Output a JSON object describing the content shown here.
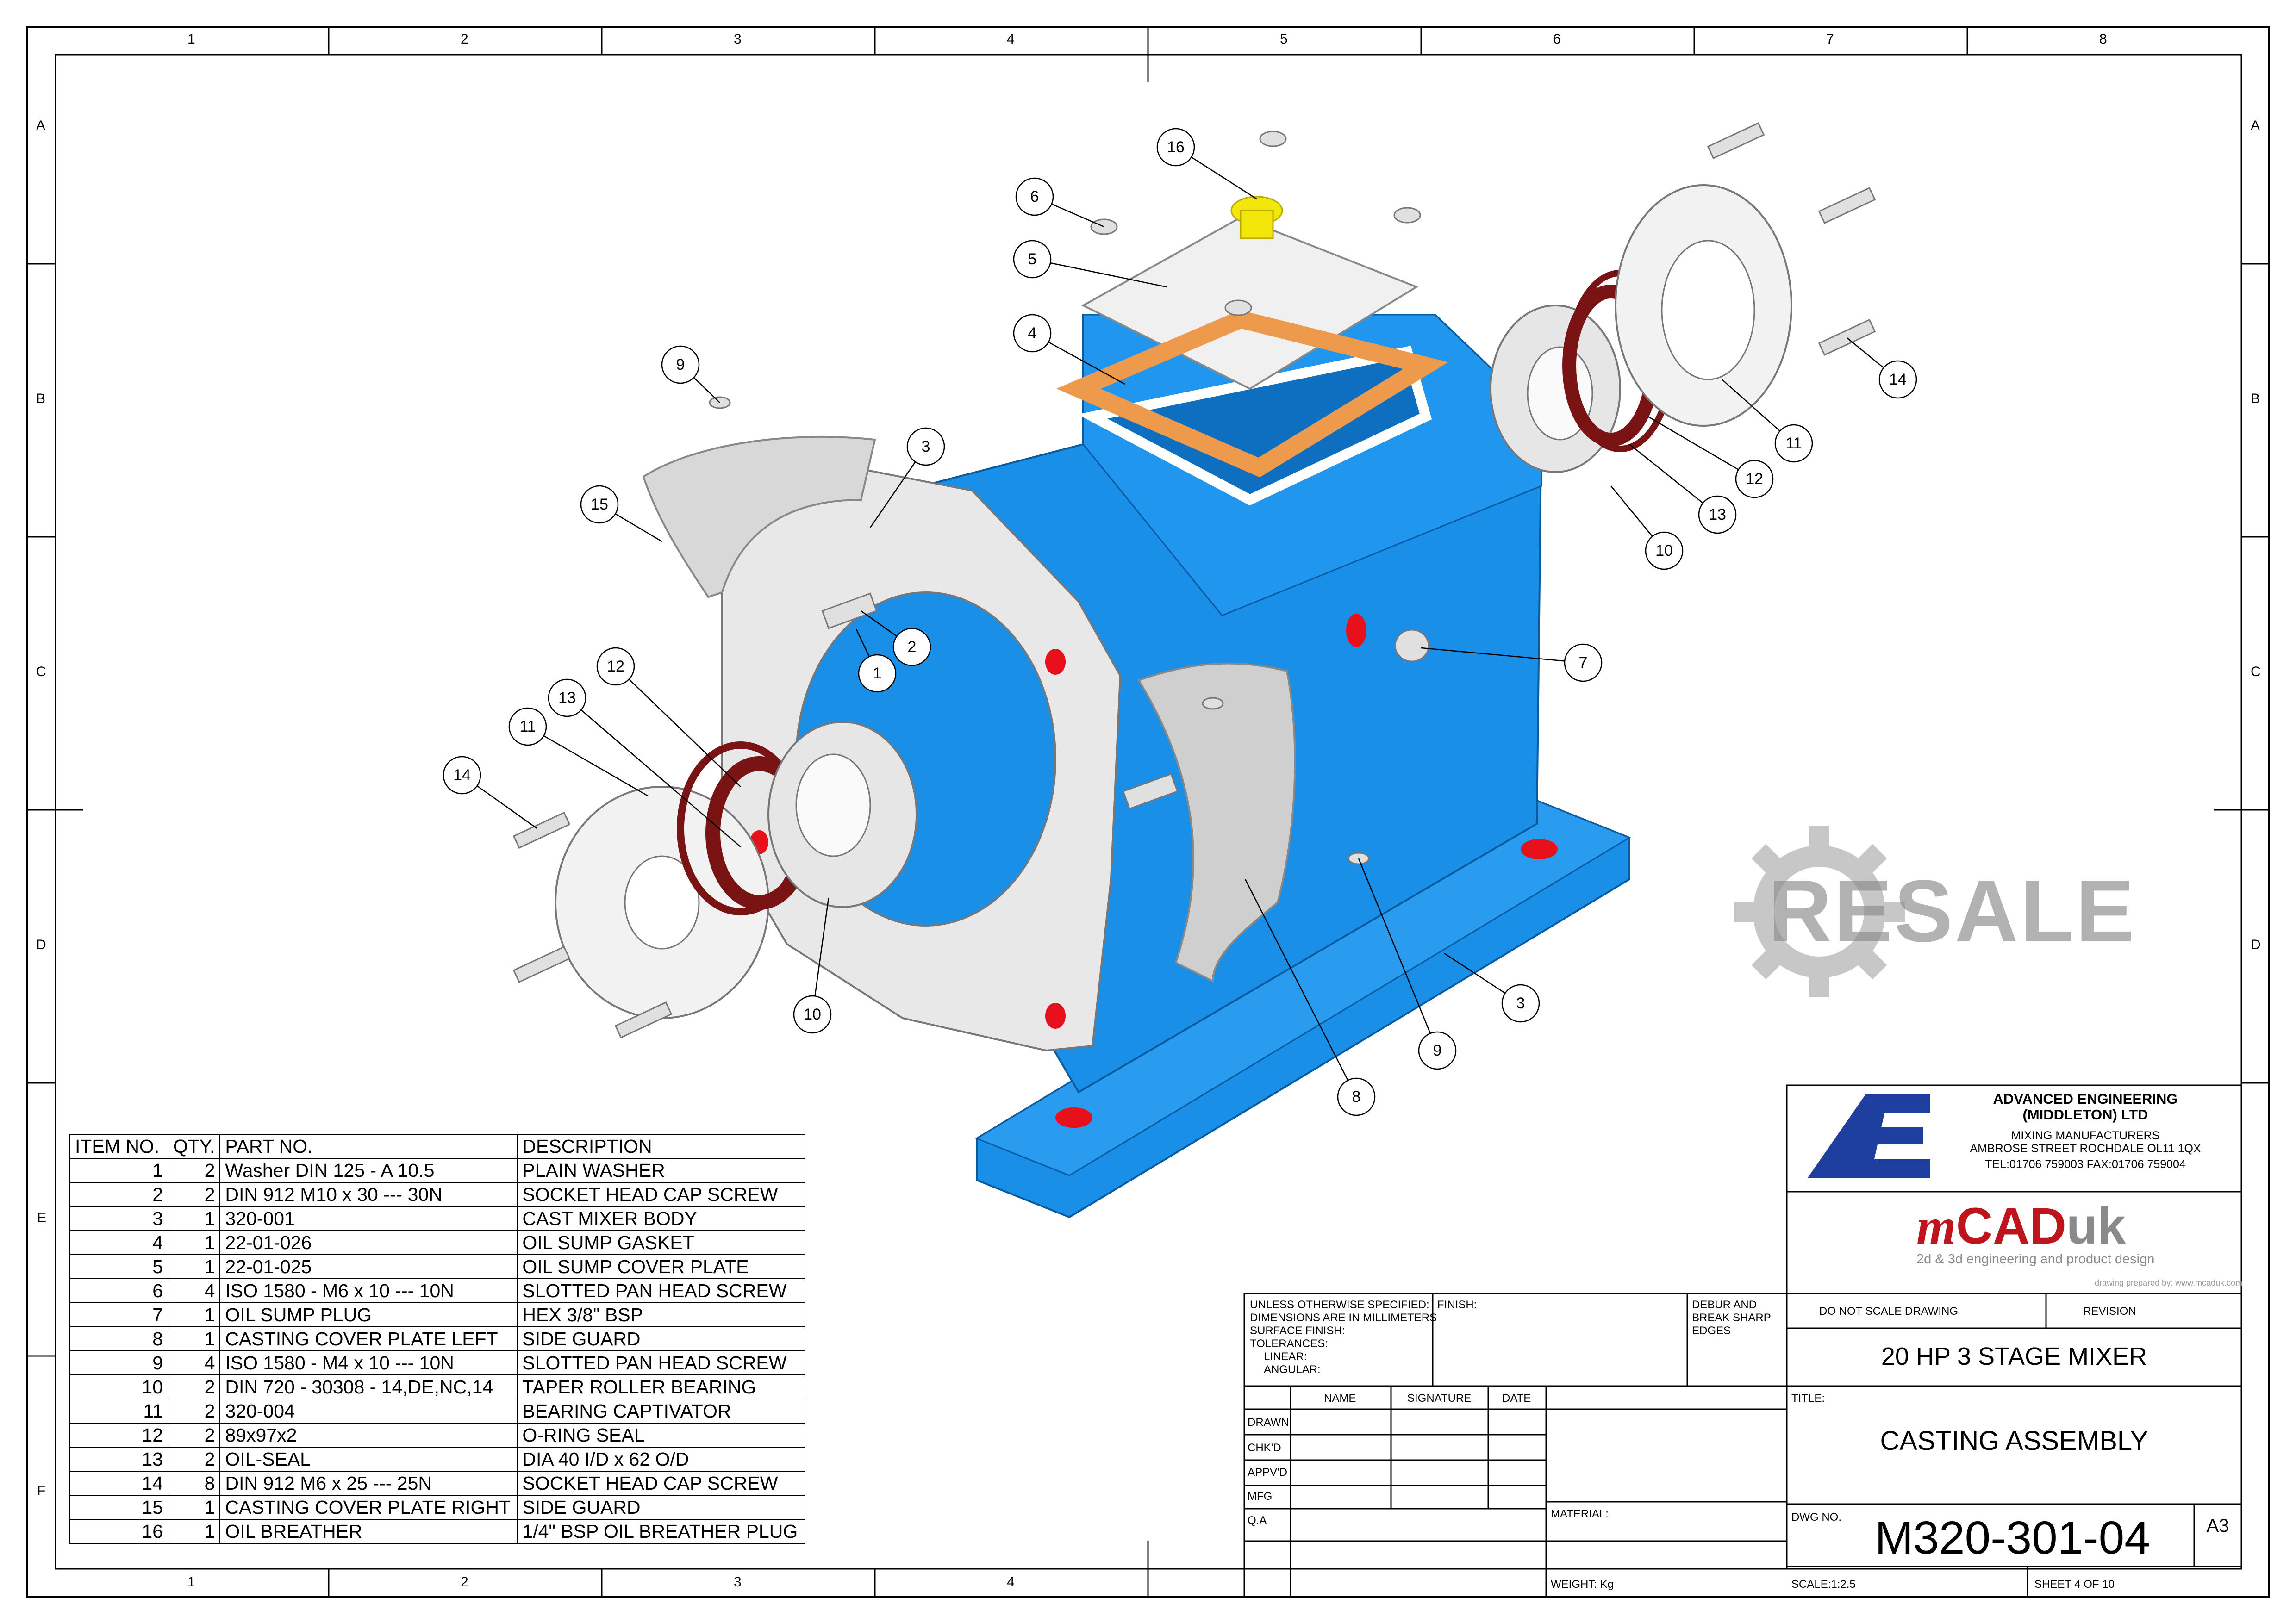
{
  "border": {
    "columns": [
      "1",
      "2",
      "3",
      "4",
      "5",
      "6",
      "7",
      "8"
    ],
    "rows": [
      "A",
      "B",
      "C",
      "D",
      "E",
      "F"
    ]
  },
  "callouts": [
    "16",
    "6",
    "5",
    "4",
    "9",
    "3",
    "15",
    "2",
    "1",
    "12",
    "13",
    "11",
    "14",
    "10",
    "7",
    "14",
    "11",
    "12",
    "13",
    "10",
    "3",
    "9",
    "8"
  ],
  "bom": {
    "headers": [
      "ITEM NO.",
      "QTY.",
      "PART NO.",
      "DESCRIPTION"
    ],
    "rows": [
      [
        "1",
        "2",
        "Washer DIN 125 - A 10.5",
        "PLAIN WASHER"
      ],
      [
        "2",
        "2",
        "DIN 912 M10 x 30 --- 30N",
        "SOCKET HEAD CAP SCREW"
      ],
      [
        "3",
        "1",
        "320-001",
        "CAST MIXER BODY"
      ],
      [
        "4",
        "1",
        "22-01-026",
        "OIL SUMP GASKET"
      ],
      [
        "5",
        "1",
        "22-01-025",
        "OIL SUMP COVER PLATE"
      ],
      [
        "6",
        "4",
        "ISO 1580 - M6 x 10 --- 10N",
        "SLOTTED PAN HEAD SCREW"
      ],
      [
        "7",
        "1",
        "OIL SUMP PLUG",
        "HEX 3/8\" BSP"
      ],
      [
        "8",
        "1",
        "CASTING COVER PLATE LEFT",
        "SIDE GUARD"
      ],
      [
        "9",
        "4",
        "ISO 1580 - M4 x 10 --- 10N",
        "SLOTTED PAN HEAD SCREW"
      ],
      [
        "10",
        "2",
        "DIN 720 - 30308 - 14,DE,NC,14",
        "TAPER ROLLER BEARING"
      ],
      [
        "11",
        "2",
        "320-004",
        "BEARING CAPTIVATOR"
      ],
      [
        "12",
        "2",
        "89x97x2",
        "O-RING SEAL"
      ],
      [
        "13",
        "2",
        "OIL-SEAL",
        "DIA 40 I/D x 62 O/D"
      ],
      [
        "14",
        "8",
        "DIN 912 M6 x 25 --- 25N",
        "SOCKET HEAD CAP SCREW"
      ],
      [
        "15",
        "1",
        "CASTING COVER PLATE RIGHT",
        "SIDE GUARD"
      ],
      [
        "16",
        "1",
        "OIL BREATHER",
        "1/4\" BSP OIL BREATHER PLUG"
      ]
    ]
  },
  "watermark": "RESALE",
  "company": {
    "logo": "AE",
    "name_line1": "ADVANCED ENGINEERING",
    "name_line2": "(MIDDLETON) LTD",
    "line3": "MIXING MANUFACTURERS",
    "line4": "AMBROSE STREET ROCHDALE OL11 1QX",
    "line5": "TEL:01706 759003 FAX:01706 759004"
  },
  "designer": {
    "logo_m": "m",
    "logo_cad": "CAD",
    "logo_uk": "uk",
    "tagline": "2d & 3d engineering and product design",
    "prepared_by": "drawing prepared by: www.mcaduk.com"
  },
  "title_block": {
    "spec_line1": "UNLESS OTHERWISE SPECIFIED:",
    "spec_line2": "DIMENSIONS ARE IN MILLIMETERS",
    "spec_line3": "SURFACE FINISH:",
    "spec_line4": "TOLERANCES:",
    "spec_line5": "LINEAR:",
    "spec_line6": "ANGULAR:",
    "finish_label": "FINISH:",
    "debur_line1": "DEBUR AND",
    "debur_line2": "BREAK SHARP",
    "debur_line3": "EDGES",
    "no_scale": "DO NOT SCALE DRAWING",
    "revision_label": "REVISION",
    "project": "20 HP 3 STAGE MIXER",
    "col_name": "NAME",
    "col_signature": "SIGNATURE",
    "col_date": "DATE",
    "row_labels": [
      "DRAWN",
      "CHK'D",
      "APPV'D",
      "MFG",
      "Q.A"
    ],
    "title_label": "TITLE:",
    "title": "CASTING ASSEMBLY",
    "material_label": "MATERIAL:",
    "dwg_label": "DWG NO.",
    "dwg_no": "M320-301-04",
    "size": "A3",
    "weight_label": "WEIGHT:",
    "weight_unit": "Kg",
    "scale": "SCALE:1:2.5",
    "sheet": "SHEET 4 OF 10"
  },
  "colors": {
    "casting_blue": "#1a8fe8",
    "casting_dark": "#0e6fc0",
    "gasket": "#ee9a4d",
    "oring": "#7a1414",
    "hole_red": "#e8101a",
    "breather": "#f2e60a",
    "logo_blue": "#1f3fa0",
    "mcad_red": "#c0141c"
  }
}
